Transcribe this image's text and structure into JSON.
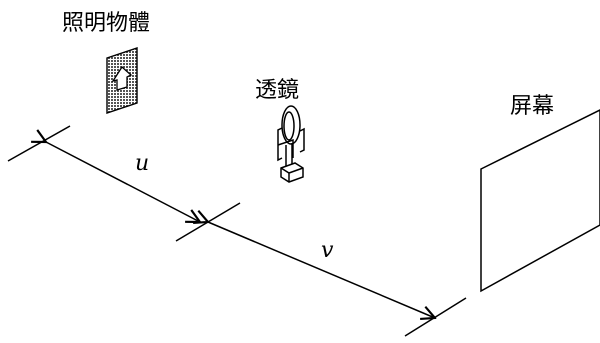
{
  "labels": {
    "object": "照明物體",
    "lens": "透鏡",
    "screen": "屏幕"
  },
  "distances": {
    "object_distance": "u",
    "image_distance": "v"
  },
  "colors": {
    "ink": "#000000",
    "hatch": "#555555",
    "paper": "#ffffff"
  }
}
